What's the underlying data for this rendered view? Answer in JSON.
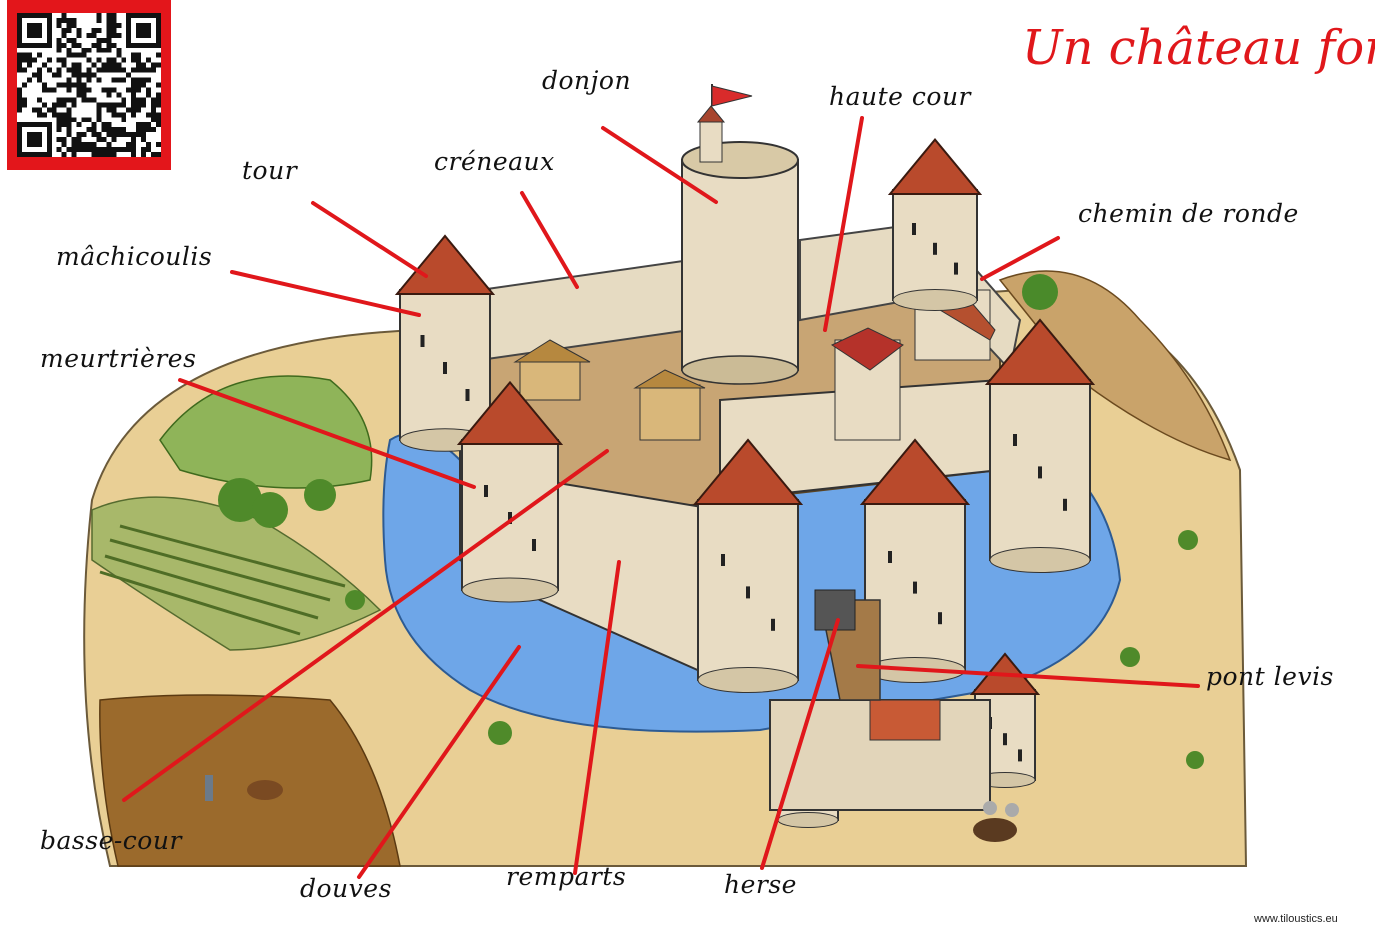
{
  "title": "Un château fort",
  "credit": "www.tiloustics.eu",
  "accent_color": "#e0171b",
  "labels": {
    "donjon": "donjon",
    "haute_cour": "haute cour",
    "tour": "tour",
    "creneaux": "créneaux",
    "chemin_de_ronde": "chemin de ronde",
    "machicoulis": "mâchicoulis",
    "meurtrieres": "meurtrières",
    "pont_levis": "pont levis",
    "basse_cour": "basse-cour",
    "douves": "douves",
    "remparts": "remparts",
    "herse": "herse"
  },
  "icons": {
    "qr": "qr-code-icon",
    "flag": "flag-icon"
  }
}
